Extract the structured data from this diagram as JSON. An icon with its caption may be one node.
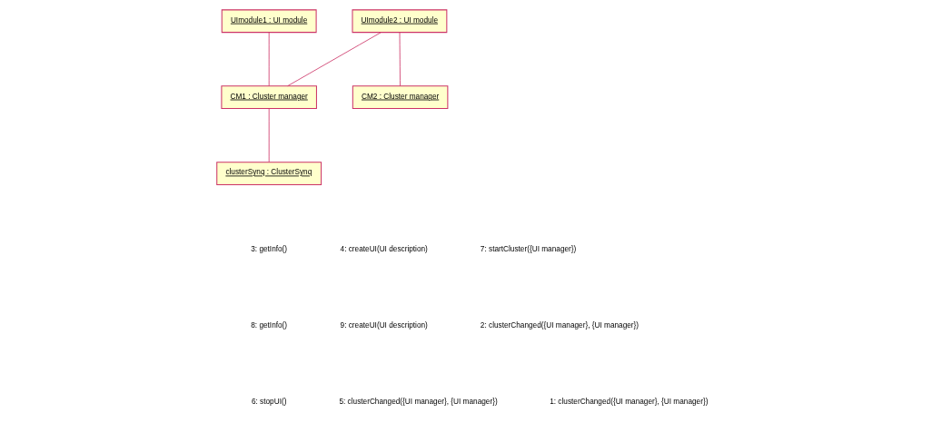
{
  "diagram": {
    "nodes": [
      {
        "text": [
          "UImodule1 : UI module"
        ]
      },
      {
        "text": [
          "UImodule2 : UI module"
        ]
      },
      {
        "text": [
          "CM1 : Cluster manager"
        ]
      },
      {
        "text": [
          "CM2 : Cluster manager"
        ]
      },
      {
        "text": [
          "clusterSynq : ClusterSynq"
        ]
      }
    ],
    "edges": [
      {
        "from": 0,
        "to": 2,
        "arrow": "none"
      },
      {
        "from": 1,
        "to": 2,
        "arrow": "none"
      },
      {
        "from": 1,
        "to": 3,
        "arrow": "none"
      },
      {
        "from": 2,
        "to": 4,
        "arrow": "none"
      }
    ],
    "labels": [
      "3: getInfo()",
      "4: createUI(UI description)",
      "7: startCluster({UI manager})",
      "8: getInfo()",
      "9: createUI(UI description)",
      "2: clusterChanged({UI manager}, {UI manager})",
      "6: stopUI()",
      "5: clusterChanged({UI manager}, {UI manager})",
      "1: clusterChanged({UI manager}, {UI manager})"
    ]
  }
}
